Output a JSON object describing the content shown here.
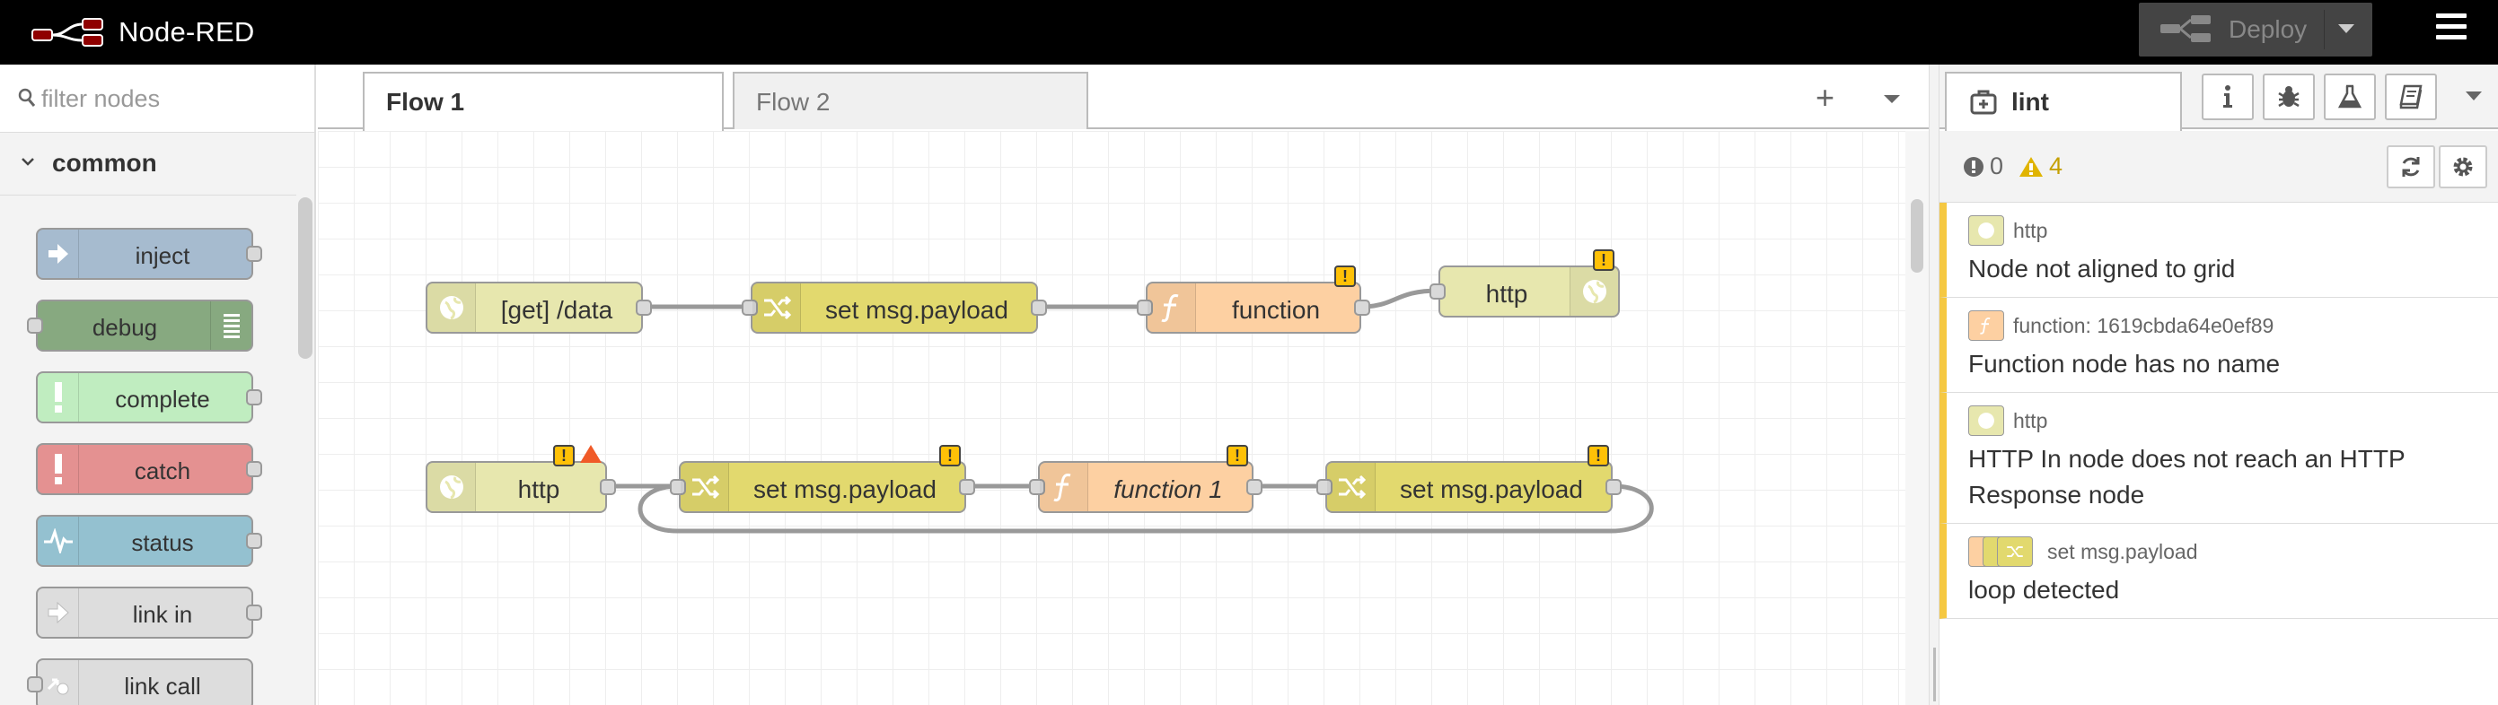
{
  "header": {
    "title": "Node-RED",
    "deploy_label": "Deploy"
  },
  "palette": {
    "search_placeholder": "filter nodes",
    "category": "common",
    "nodes": [
      {
        "label": "inject",
        "color": "#a6bbcf"
      },
      {
        "label": "debug",
        "color": "#87a980"
      },
      {
        "label": "complete",
        "color": "#c0edc0"
      },
      {
        "label": "catch",
        "color": "#e49191"
      },
      {
        "label": "status",
        "color": "#94c1d0"
      },
      {
        "label": "link in",
        "color": "#dddddd"
      },
      {
        "label": "link call",
        "color": "#dddddd"
      }
    ]
  },
  "workspace": {
    "tabs": [
      {
        "label": "Flow 1"
      },
      {
        "label": "Flow 2"
      }
    ],
    "add_symbol": "+",
    "flow_nodes": [
      {
        "label": "[get] /data",
        "type": "http-in",
        "color": "#e7e7ae"
      },
      {
        "label": "set msg.payload",
        "type": "change",
        "color": "#e2d96e"
      },
      {
        "label": "function",
        "type": "function",
        "color": "#fdd0a2"
      },
      {
        "label": "http",
        "type": "http-response",
        "color": "#e7e7ae"
      },
      {
        "label": "http",
        "type": "http-in",
        "color": "#e7e7ae"
      },
      {
        "label": "set msg.payload",
        "type": "change",
        "color": "#e2d96e"
      },
      {
        "label": "function 1",
        "type": "function",
        "color": "#fdd0a2"
      },
      {
        "label": "set msg.payload",
        "type": "change",
        "color": "#e2d96e"
      }
    ],
    "badge_symbol": "!"
  },
  "sidebar": {
    "active_tab": "lint",
    "icon_tabs": [
      "info-icon",
      "bug-icon",
      "flask-icon",
      "book-icon"
    ],
    "error_count": "0",
    "warning_count": "4",
    "warning_color": "#f5c842",
    "items": [
      {
        "node": "http",
        "message": "Node not aligned to grid"
      },
      {
        "node": "function: 1619cbda64e0ef89",
        "message": "Function node has no name"
      },
      {
        "node": "http",
        "message": "HTTP In node does not reach an HTTP Response node"
      },
      {
        "node": "set msg.payload",
        "message": "loop detected"
      }
    ]
  }
}
